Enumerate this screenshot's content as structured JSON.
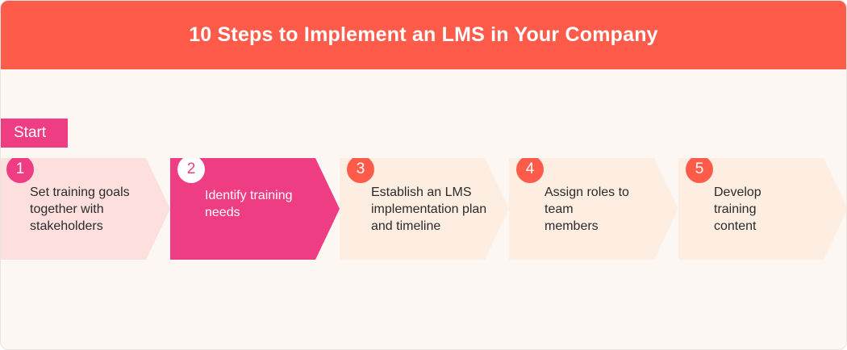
{
  "title": "10 Steps to Implement an LMS in Your Company",
  "start_label": "Start",
  "colors": {
    "header": "#ff5b4a",
    "accent_pink": "#ee3d82",
    "step_pink_light": "#fde0dd",
    "step_peach": "#feeee2",
    "number_orange": "#ff5b4a"
  },
  "steps": [
    {
      "number": "1",
      "label": "Set training goals together with stakeholders"
    },
    {
      "number": "2",
      "label": "Identify training needs"
    },
    {
      "number": "3",
      "label": "Establish an LMS implementation plan and timeline"
    },
    {
      "number": "4",
      "label": "Assign roles to team members"
    },
    {
      "number": "5",
      "label": "Develop training content"
    }
  ]
}
